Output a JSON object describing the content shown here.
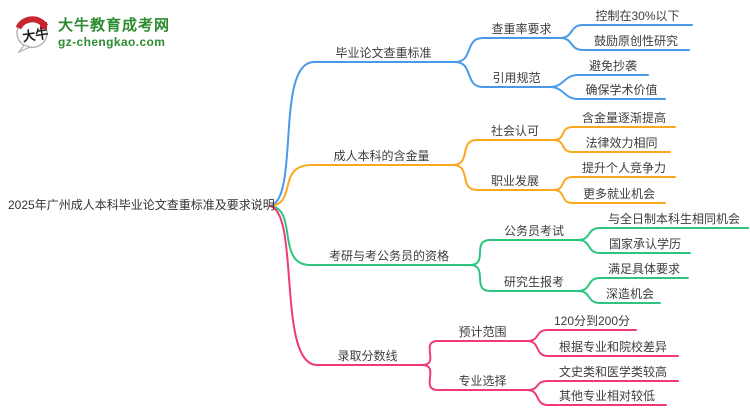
{
  "logo": {
    "site_name": "大牛教育成考网",
    "domain": "gz-chengkao.com",
    "icon": "daniu-bull-speech-bubble-icon",
    "icon_text": "大牛",
    "brand_green": "#2e8b31",
    "accent_red": "#c9252c"
  },
  "mindmap": {
    "root_label": "2025年广州成人本科毕业论文查重标准及要求说明",
    "branches": [
      {
        "label": "毕业论文查重标准",
        "color": "#4a9ae8",
        "children": [
          {
            "label": "查重率要求",
            "leaves": [
              "控制在30%以下",
              "鼓励原创性研究"
            ]
          },
          {
            "label": "引用规范",
            "leaves": [
              "避免抄袭",
              "确保学术价值"
            ]
          }
        ]
      },
      {
        "label": "成人本科的含金量",
        "color": "#fba821",
        "children": [
          {
            "label": "社会认可",
            "leaves": [
              "含金量逐渐提高",
              "法律效力相同"
            ]
          },
          {
            "label": "职业发展",
            "leaves": [
              "提升个人竞争力",
              "更多就业机会"
            ]
          }
        ]
      },
      {
        "label": "考研与考公务员的资格",
        "color": "#2dc57e",
        "children": [
          {
            "label": "公务员考试",
            "leaves": [
              "与全日制本科生相同机会",
              "国家承认学历"
            ]
          },
          {
            "label": "研究生报考",
            "leaves": [
              "满足具体要求",
              "深造机会"
            ]
          }
        ]
      },
      {
        "label": "录取分数线",
        "color": "#f0397c",
        "children": [
          {
            "label": "预计范围",
            "leaves": [
              "120分到200分",
              "根据专业和院校差异"
            ]
          },
          {
            "label": "专业选择",
            "leaves": [
              "文史类和医学类较高",
              "其他专业相对较低"
            ]
          }
        ]
      }
    ]
  }
}
